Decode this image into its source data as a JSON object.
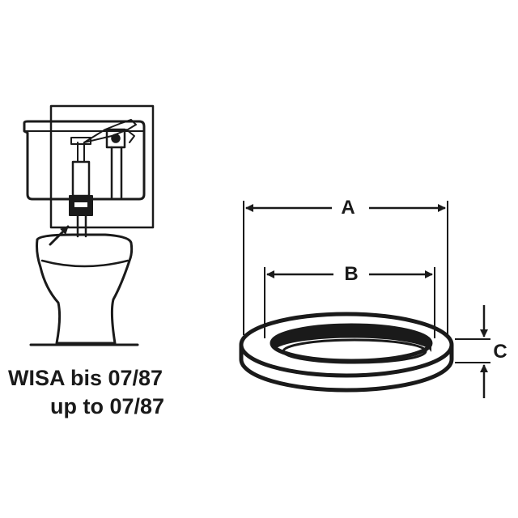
{
  "caption": {
    "line1": "WISA bis 07/87",
    "line2": "up to 07/87"
  },
  "dimensions": {
    "a_label": "A",
    "b_label": "B",
    "c_label": "C"
  },
  "colors": {
    "ink": "#1a1a1a",
    "background": "#ffffff"
  }
}
